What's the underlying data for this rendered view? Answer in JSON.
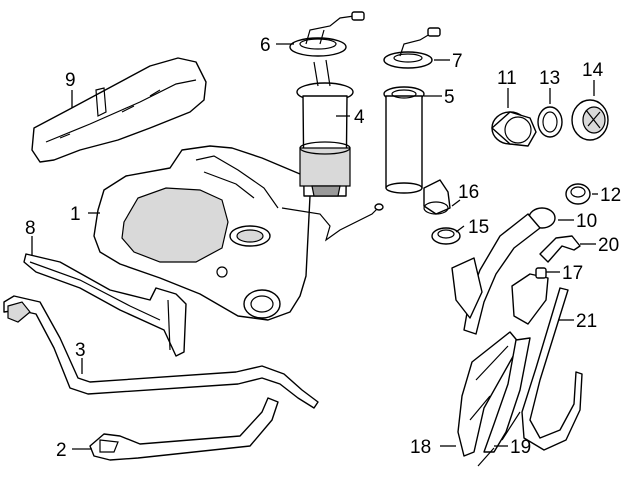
{
  "callouts": [
    {
      "id": "1",
      "label": "1"
    },
    {
      "id": "2",
      "label": "2"
    },
    {
      "id": "3",
      "label": "3"
    },
    {
      "id": "4",
      "label": "4"
    },
    {
      "id": "5",
      "label": "5"
    },
    {
      "id": "6",
      "label": "6"
    },
    {
      "id": "7",
      "label": "7"
    },
    {
      "id": "8",
      "label": "8"
    },
    {
      "id": "9",
      "label": "9"
    },
    {
      "id": "10",
      "label": "10"
    },
    {
      "id": "11",
      "label": "11"
    },
    {
      "id": "12",
      "label": "12"
    },
    {
      "id": "13",
      "label": "13"
    },
    {
      "id": "14",
      "label": "14"
    },
    {
      "id": "15",
      "label": "15"
    },
    {
      "id": "16",
      "label": "16"
    },
    {
      "id": "17",
      "label": "17"
    },
    {
      "id": "18",
      "label": "18"
    },
    {
      "id": "19",
      "label": "19"
    },
    {
      "id": "20",
      "label": "20"
    },
    {
      "id": "21",
      "label": "21"
    }
  ],
  "colors": {
    "line": "#000000",
    "background": "#ffffff",
    "shade": "#d9d9d9"
  }
}
